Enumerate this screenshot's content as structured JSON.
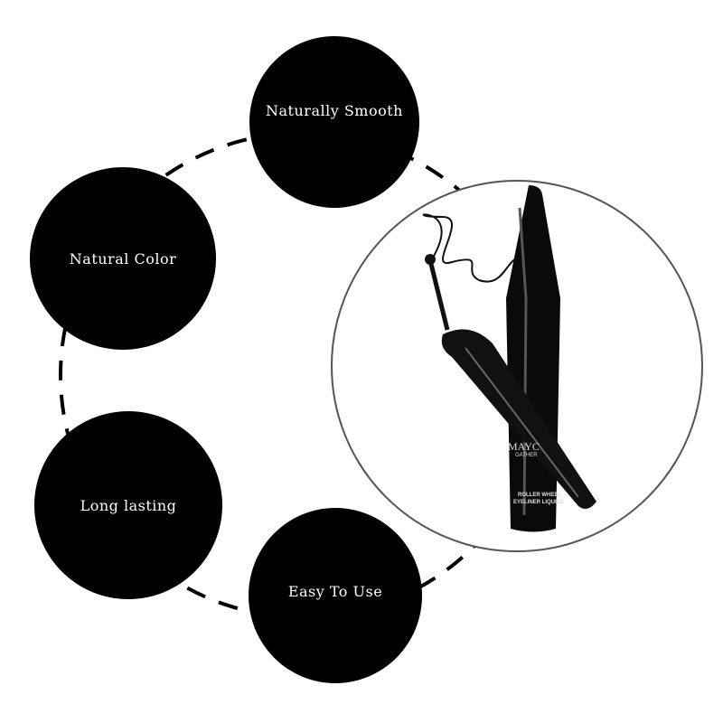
{
  "features": [
    {
      "label": "Naturally Smooth"
    },
    {
      "label": "Natural Color"
    },
    {
      "label": "Long lasting"
    },
    {
      "label": "Easy To Use"
    }
  ],
  "product": {
    "brand": "MAYC",
    "sub_brand": "GATHER",
    "name_line1": "ROLLER WHEEL",
    "name_line2": "EYELINER LIQUIDE"
  }
}
